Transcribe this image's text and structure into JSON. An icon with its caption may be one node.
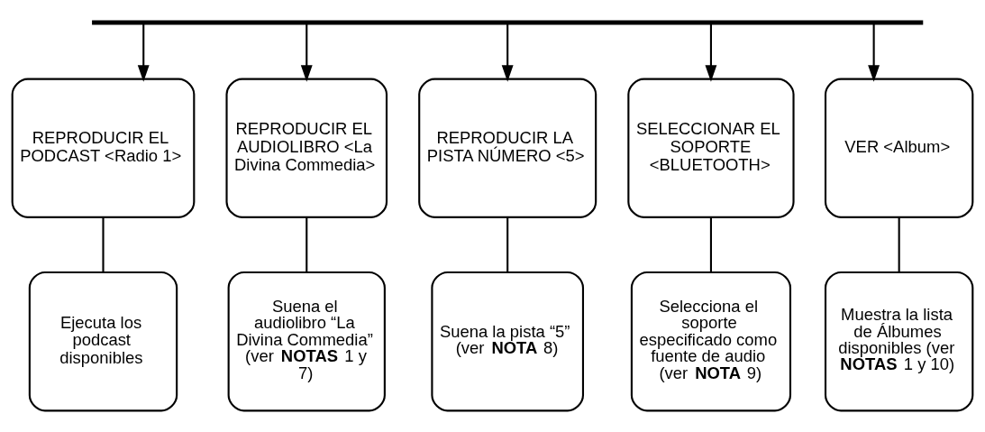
{
  "diagram": {
    "nodes": [
      {
        "text": [],
        "shape": "bar"
      },
      {
        "text": [
          "REPRODUCIR EL PODCAST <Radio 1>"
        ]
      },
      {
        "text": [
          "REPRODUCIR EL AUDIOLIBRO <La Divina Commedia>"
        ]
      },
      {
        "text": [
          "REPRODUCIR LA PISTA NÚMERO <5>"
        ]
      },
      {
        "text": [
          "SELECCIONAR EL SOPORTE <BLUETOOTH>"
        ]
      },
      {
        "text": [
          "VER <Album>"
        ]
      },
      {
        "text": [
          "Ejecuta los podcast disponibles"
        ]
      },
      {
        "text": [
          "Suena el audiolibro “La Divina Commedia” (ver **NOTAS** 1 y 7)"
        ]
      },
      {
        "text": [
          "Suena la pista “5” (ver **NOTA** 8)"
        ]
      },
      {
        "text": [
          "Selecciona el soporte especificado como fuente de audio (ver **NOTA** 9)"
        ]
      },
      {
        "text": [
          "Muestra la lista de Álbumes disponibles (ver **NOTAS** 1 y 10)"
        ]
      }
    ],
    "edges": [
      {
        "from": 0,
        "to": 1,
        "arrow": "to"
      },
      {
        "from": 0,
        "to": 2,
        "arrow": "to"
      },
      {
        "from": 0,
        "to": 3,
        "arrow": "to"
      },
      {
        "from": 0,
        "to": 4,
        "arrow": "to"
      },
      {
        "from": 0,
        "to": 5,
        "arrow": "to"
      },
      {
        "from": 1,
        "to": 6,
        "arrow": "none"
      },
      {
        "from": 2,
        "to": 7,
        "arrow": "none"
      },
      {
        "from": 3,
        "to": 8,
        "arrow": "none"
      },
      {
        "from": 4,
        "to": 9,
        "arrow": "none"
      },
      {
        "from": 5,
        "to": 10,
        "arrow": "none"
      }
    ]
  }
}
